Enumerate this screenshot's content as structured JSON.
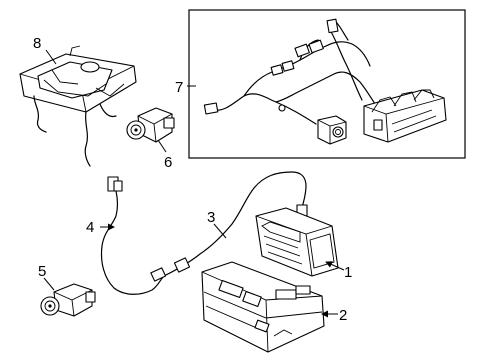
{
  "diagram": {
    "callouts": [
      "1",
      "2",
      "3",
      "4",
      "5",
      "6",
      "7",
      "8"
    ]
  }
}
